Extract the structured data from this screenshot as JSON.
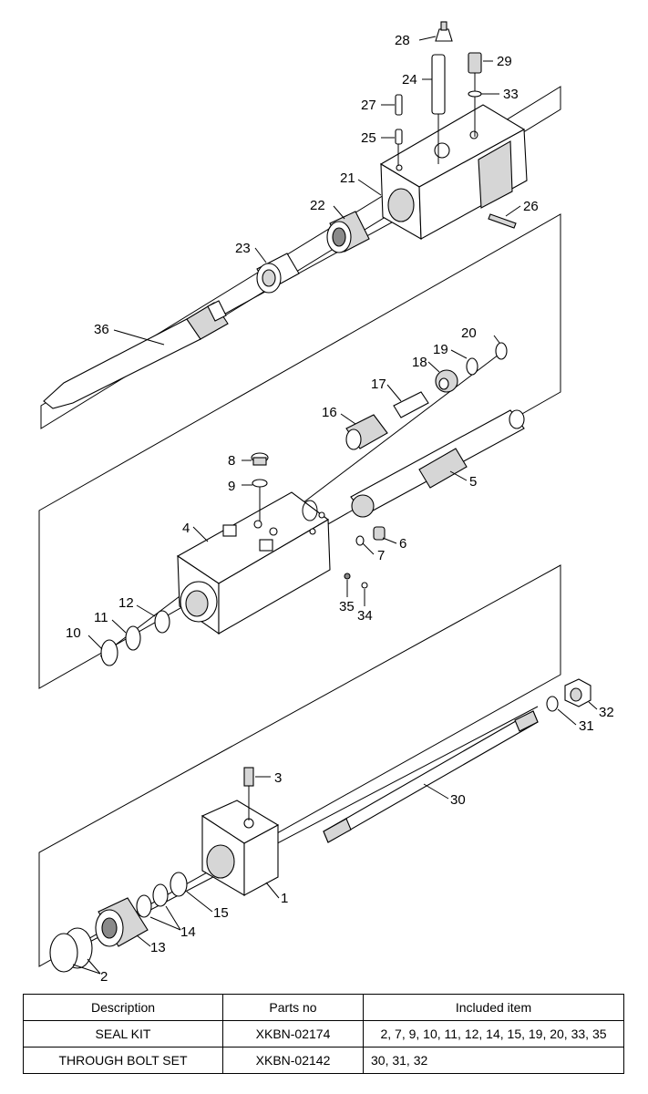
{
  "callouts": [
    "1",
    "2",
    "3",
    "4",
    "5",
    "6",
    "7",
    "8",
    "9",
    "10",
    "11",
    "12",
    "13",
    "14",
    "15",
    "16",
    "17",
    "18",
    "19",
    "20",
    "21",
    "22",
    "23",
    "24",
    "25",
    "26",
    "27",
    "28",
    "29",
    "30",
    "31",
    "32",
    "33",
    "34",
    "35",
    "36"
  ],
  "table": {
    "headers": [
      "Description",
      "Parts no",
      "Included item"
    ],
    "rows": [
      {
        "description": "SEAL KIT",
        "parts_no": "XKBN-02174",
        "included": "2, 7, 9, 10, 11, 12, 14, 15, 19, 20, 33, 35"
      },
      {
        "description": "THROUGH BOLT SET",
        "parts_no": "XKBN-02142",
        "included": "30, 31, 32"
      }
    ]
  }
}
